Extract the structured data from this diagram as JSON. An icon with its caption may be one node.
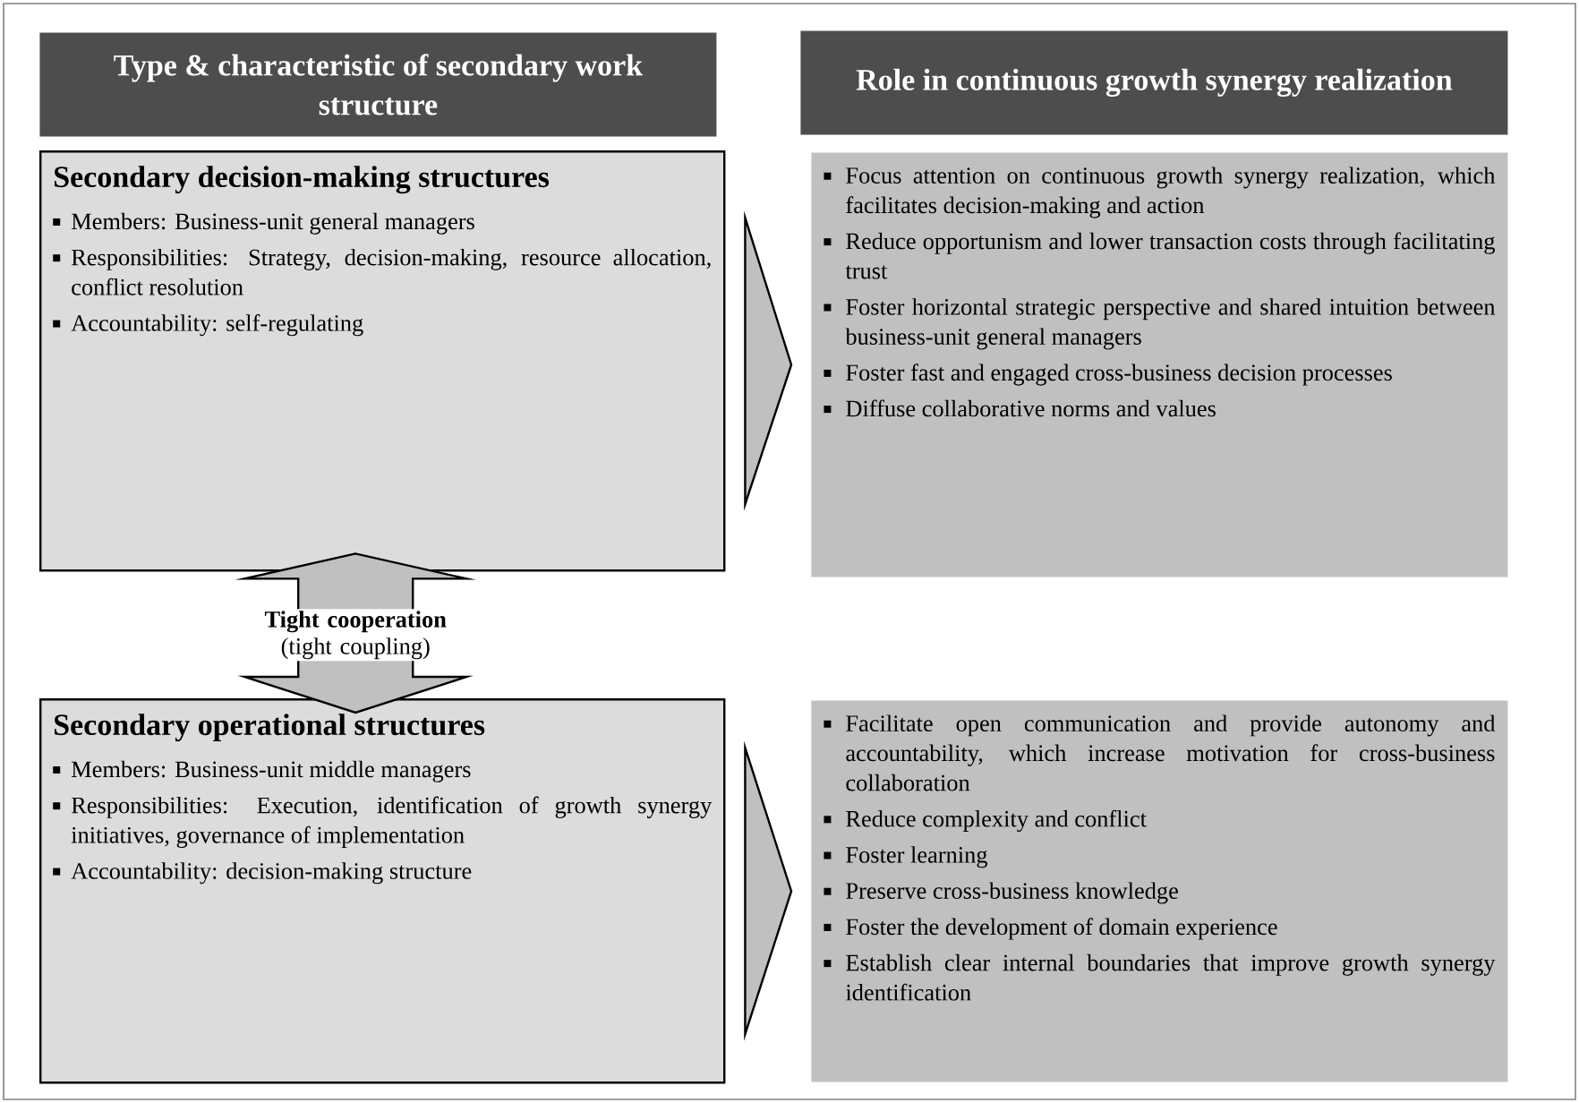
{
  "diagram": {
    "nodes": [
      {
        "text": [
          "Type & characteristic of secondary work structure"
        ]
      },
      {
        "text": [
          "Role in continuous growth synergy realization"
        ]
      },
      {
        "text": [
          "Secondary decision-making structures",
          "Members: Business-unit general managers",
          "Responsibilities: Strategy, decision-making, resource allocation, conflict resolution",
          "Accountability: self-regulating"
        ]
      },
      {
        "text": [
          "Focus attention on continuous growth synergy realization, which facilitates decision-making and action",
          "Reduce opportunism and lower transaction costs through facilitating trust",
          "Foster horizontal strategic perspective and shared intuition between business-unit general managers",
          "Foster fast and engaged cross-business decision processes",
          "Diffuse collaborative norms and values"
        ]
      },
      {
        "text": [
          "Secondary operational structures",
          "Members: Business-unit middle managers",
          "Responsibilities: Execution, identification of growth synergy initiatives, governance of implementation",
          "Accountability: decision-making structure"
        ]
      },
      {
        "text": [
          "Facilitate open communication and provide autonomy and accountability, which increase motivation for cross-business collaboration",
          "Reduce complexity and conflict",
          "Foster learning",
          "Preserve cross-business knowledge",
          "Foster the development of domain experience",
          "Establish clear internal boundaries that improve growth synergy identification"
        ]
      }
    ],
    "edges": [
      {
        "from": 2,
        "to": 3,
        "arrow": "to"
      },
      {
        "from": 4,
        "to": 5,
        "arrow": "to"
      },
      {
        "from": 2,
        "to": 4,
        "arrow": "both",
        "label": "**Tight cooperation** (tight coupling)"
      }
    ]
  }
}
